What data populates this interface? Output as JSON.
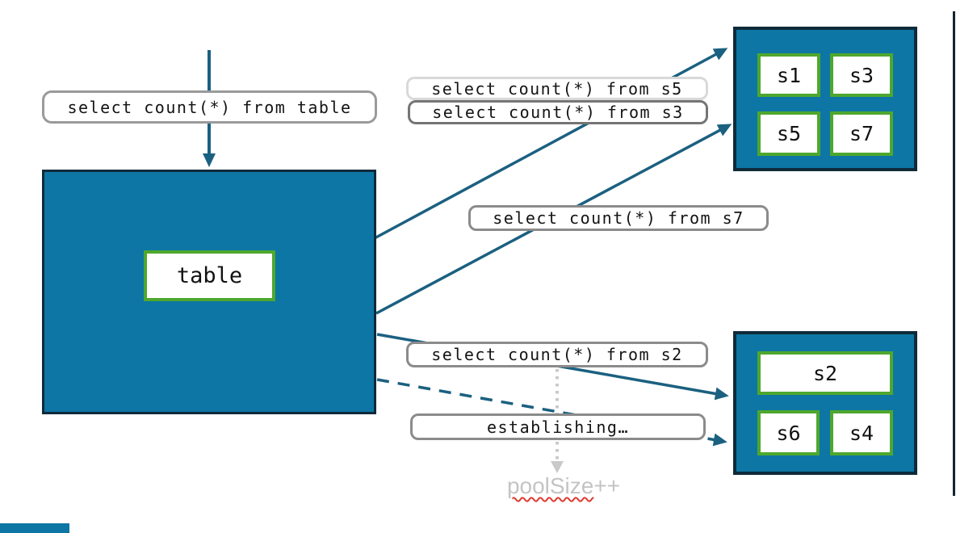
{
  "diagram": {
    "client_query": "select count(*) from table",
    "table_label": "table",
    "shard_queries": {
      "s5": "select count(*) from s5",
      "s3": "select count(*) from s3",
      "s7": "select count(*) from s7",
      "s2": "select count(*) from s2"
    },
    "status_label": "establishing…",
    "pool_annotation": {
      "word": "poolSize",
      "suffix": "++"
    },
    "shard_group_top": [
      "s1",
      "s3",
      "s5",
      "s7"
    ],
    "shard_group_bottom_wide": "s2",
    "shard_group_bottom": [
      "s6",
      "s4"
    ],
    "colors": {
      "shard_box_fill": "#0D76A4",
      "shard_box_border": "#0F2A3A",
      "cell_border_green": "#4EA72E",
      "arrow_teal": "#1B6080",
      "label_border_gray": "#8B8B8B",
      "muted_gray": "#C4C4C4",
      "spellcheck_red": "#E03C31"
    }
  }
}
